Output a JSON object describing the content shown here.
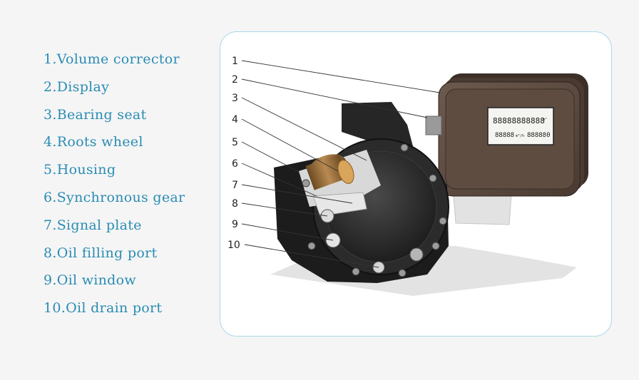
{
  "legend": {
    "items": [
      {
        "num": "1.",
        "label": "Volume corrector"
      },
      {
        "num": "2.",
        "label": "Display"
      },
      {
        "num": "3.",
        "label": "Bearing seat"
      },
      {
        "num": "4.",
        "label": "Roots wheel"
      },
      {
        "num": "5.",
        "label": "Housing"
      },
      {
        "num": "6.",
        "label": "Synchronous gear"
      },
      {
        "num": "7.",
        "label": "Signal plate"
      },
      {
        "num": "8.",
        "label": "Oil filling port"
      },
      {
        "num": "9.",
        "label": "Oil window"
      },
      {
        "num": "10.",
        "label": "Oil drain port"
      }
    ]
  },
  "callouts": [
    "1",
    "2",
    "3",
    "4",
    "5",
    "6",
    "7",
    "8",
    "9",
    "10"
  ],
  "display": {
    "line1": "88888888888",
    "line2": "88888",
    "line3": "888880",
    "unit1": "m³",
    "unit2": "m³/h"
  },
  "colors": {
    "accent": "#2a8cb3",
    "border": "#a9d8ea",
    "body": "#2b2b2b",
    "corrector": "#5b4a40"
  }
}
